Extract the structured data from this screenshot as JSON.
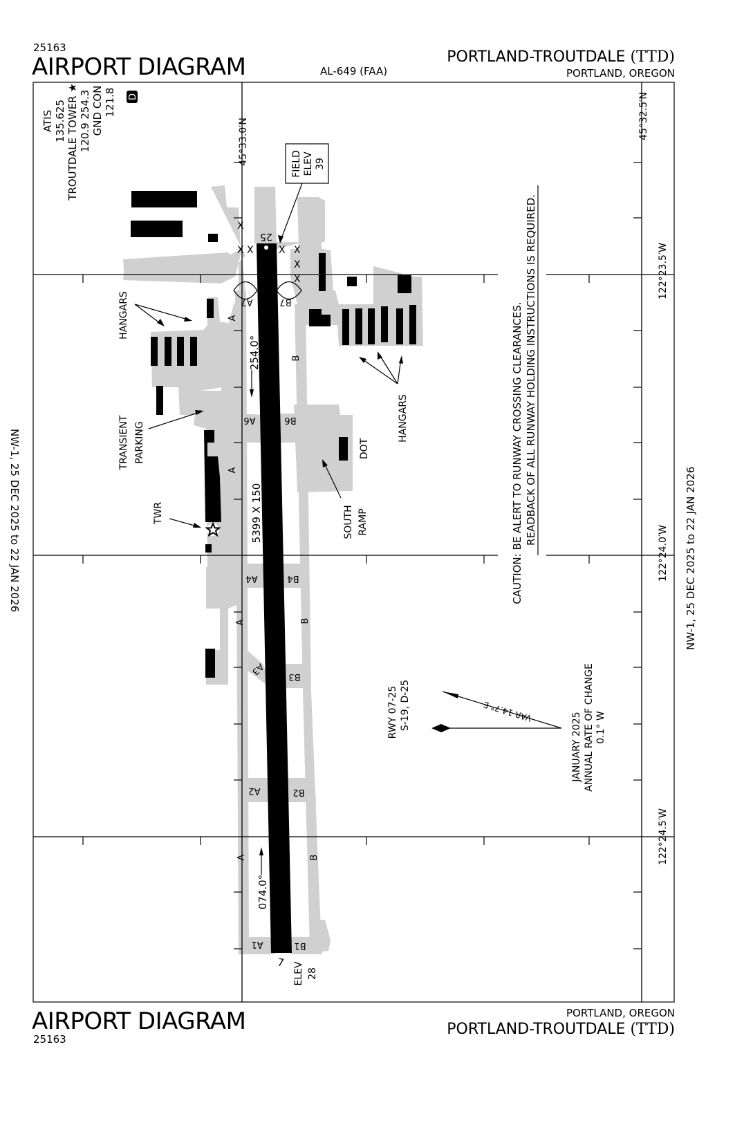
{
  "header": {
    "chart_number": "25163",
    "title": "AIRPORT DIAGRAM",
    "procedure_id": "AL-649 (FAA)",
    "airport_name": "PORTLAND-TROUTDALE",
    "airport_code": "(TTD)",
    "city_state": "PORTLAND, OREGON"
  },
  "footer": {
    "chart_number": "25163",
    "title": "AIRPORT DIAGRAM",
    "airport_name": "PORTLAND-TROUTDALE",
    "airport_code": "(TTD)",
    "city_state": "PORTLAND, OREGON"
  },
  "side_margin": {
    "left_date": "NW-1,  25 DEC 2025  to  22 JAN 2026",
    "right_date": "NW-1,  25 DEC 2025  to  22 JAN 2026"
  },
  "frequencies": {
    "lines": [
      "ATIS",
      "135.625",
      "TROUTDALE TOWER ★",
      "120.9  254.3",
      "GND CON",
      "121.8"
    ],
    "d_atis_badge": "D"
  },
  "coordinates": {
    "lat_left": "45°33.0′N",
    "lat_right": "45°32.5′N",
    "lon_1": "122°23.5′W",
    "lon_2": "122°24.0′W",
    "lon_3": "122°24.5′W"
  },
  "field_elev": {
    "line1": "FIELD",
    "line2": "ELEV",
    "value": "39"
  },
  "runway": {
    "designation_high": "25",
    "designation_low": "7",
    "dimensions": "5399 X 150",
    "heading_west": "254.0°",
    "heading_east": "074.0°",
    "end_elev_label": "ELEV",
    "end_elev_value": "28",
    "strength_line1": "RWY 07-25",
    "strength_line2": "S-19, D-25"
  },
  "taxiways": {
    "parallel_north": "A",
    "parallel_south": "B",
    "a_connectors": [
      "A7",
      "A6",
      "A4",
      "A3",
      "A2",
      "A1"
    ],
    "b_connectors": [
      "B7",
      "B6",
      "B4",
      "B3",
      "B2",
      "B1"
    ]
  },
  "labels": {
    "hangars_north": "HANGARS",
    "hangars_south": "HANGARS",
    "transient_1": "TRANSIENT",
    "transient_2": "PARKING",
    "tower": "TWR",
    "south_ramp_1": "SOUTH",
    "south_ramp_2": "RAMP",
    "dot": "DOT",
    "hot_spot_x": "X"
  },
  "caution": {
    "line1": "CAUTION: BE ALERT TO RUNWAY CROSSING CLEARANCES.",
    "line2": "READBACK OF ALL RUNWAY HOLDING INSTRUCTIONS IS REQUIRED."
  },
  "magnetic": {
    "variation": "VAR 14.7° E",
    "epoch_1": "JANUARY 2025",
    "epoch_2": "ANNUAL RATE OF CHANGE",
    "epoch_3": "0.1° W"
  },
  "colors": {
    "pavement": "#d0d0d0",
    "runway": "#000000",
    "frame": "#333333"
  }
}
